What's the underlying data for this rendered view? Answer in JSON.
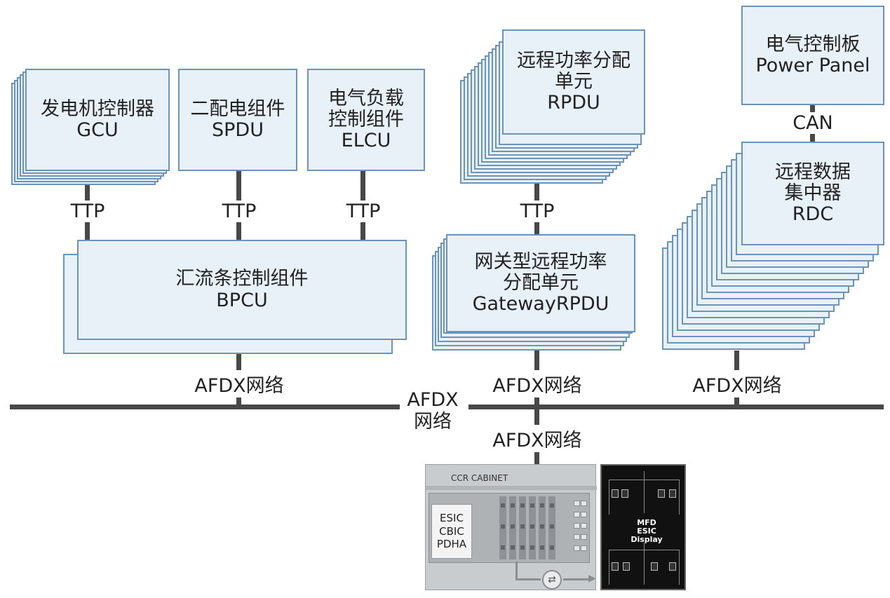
{
  "boxes": {
    "gcu": {
      "line1": "发电机控制器",
      "line2": "GCU"
    },
    "spdu": {
      "line1": "二配电组件",
      "line2": "SPDU"
    },
    "elcu": {
      "line1": "电气负载",
      "line2": "控制组件",
      "line3": "ELCU"
    },
    "rpdu": {
      "line1": "远程功率分配",
      "line2": "单元",
      "line3": "RPDU"
    },
    "power_panel": {
      "line1": "电气控制板",
      "line2": "Power Panel"
    },
    "rdc": {
      "line1": "远程数据",
      "line2": "集中器",
      "line3": "RDC"
    },
    "bpcu": {
      "line1": "汇流条控制组件",
      "line2": "BPCU"
    },
    "gateway_rpdu": {
      "line1": "网关型远程功率",
      "line2": "分配单元",
      "line3": "GatewayRPDU"
    }
  },
  "links": {
    "ttp_gcu": "TTP",
    "ttp_spdu": "TTP",
    "ttp_elcu": "TTP",
    "ttp_rpdu": "TTP",
    "can": "CAN",
    "afdx_bpcu": "AFDX网络",
    "afdx_gateway": "AFDX网络",
    "afdx_rdc": "AFDX网络",
    "afdx_cabinet": "AFDX网络"
  },
  "bus": {
    "line1": "AFDX",
    "line2": "网络"
  },
  "cabinet": {
    "title": "CCR CABINET",
    "modules": [
      "ESIC",
      "CBIC",
      "PDHA"
    ]
  },
  "display": {
    "line1": "MFD",
    "line2": "ESIC",
    "line3": "Display"
  },
  "colors": {
    "box_fill": "#e8f0f8",
    "box_border": "#6c93b8",
    "wire": "#484848"
  }
}
